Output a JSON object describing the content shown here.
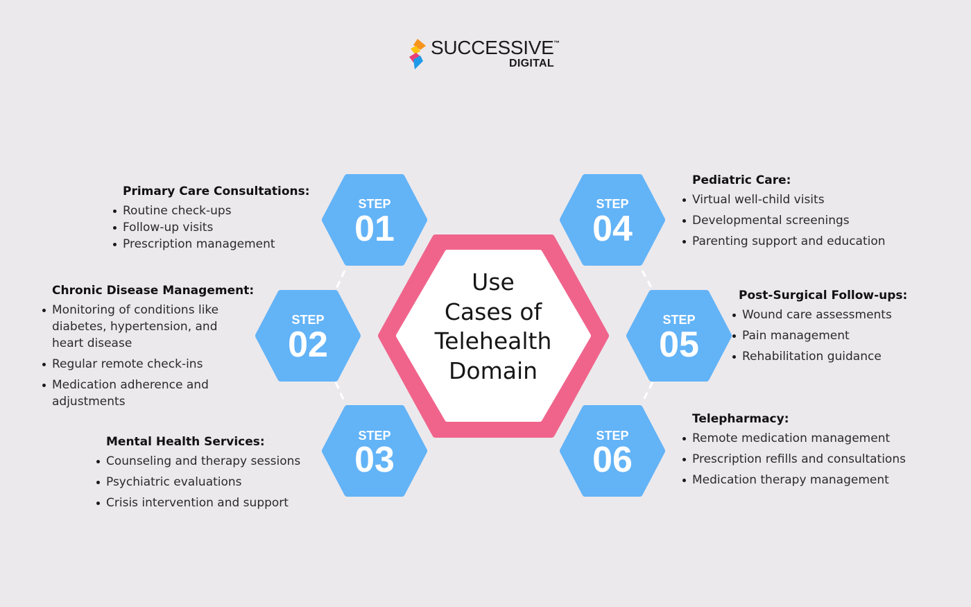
{
  "brand": {
    "name": "SUCCESSIVE",
    "trademark": "™",
    "sub": "DIGITAL",
    "colors": {
      "orange": "#f7941d",
      "blue": "#1e9be8",
      "yellow": "#ffc20e",
      "pink": "#e8407a"
    }
  },
  "center": {
    "line1": "Use",
    "line2": "Cases of",
    "line3": "Telehealth",
    "line4": "Domain"
  },
  "colors": {
    "hexagon": "#63b3f7",
    "center_border": "#f0648c",
    "background": "#ebe9ec"
  },
  "steps": [
    {
      "label": "STEP",
      "number": "01"
    },
    {
      "label": "STEP",
      "number": "02"
    },
    {
      "label": "STEP",
      "number": "03"
    },
    {
      "label": "STEP",
      "number": "04"
    },
    {
      "label": "STEP",
      "number": "05"
    },
    {
      "label": "STEP",
      "number": "06"
    }
  ],
  "sections": [
    {
      "title": "Primary Care Consultations:",
      "items": [
        "Routine check-ups",
        "Follow-up visits",
        "Prescription management"
      ]
    },
    {
      "title": "Chronic Disease Management:",
      "items": [
        "Monitoring of conditions like diabetes, hypertension, and heart disease",
        "Regular remote check-ins",
        "Medication adherence and adjustments"
      ]
    },
    {
      "title": "Mental Health Services:",
      "items": [
        "Counseling and therapy sessions",
        "Psychiatric evaluations",
        "Crisis intervention and support"
      ]
    },
    {
      "title": "Pediatric Care:",
      "items": [
        "Virtual well-child visits",
        "Developmental screenings",
        "Parenting support and education"
      ]
    },
    {
      "title": "Post-Surgical Follow-ups:",
      "items": [
        "Wound care assessments",
        "Pain management",
        "Rehabilitation guidance"
      ]
    },
    {
      "title": "Telepharmacy:",
      "items": [
        "Remote medication management",
        "Prescription refills and consultations",
        "Medication therapy management"
      ]
    }
  ]
}
